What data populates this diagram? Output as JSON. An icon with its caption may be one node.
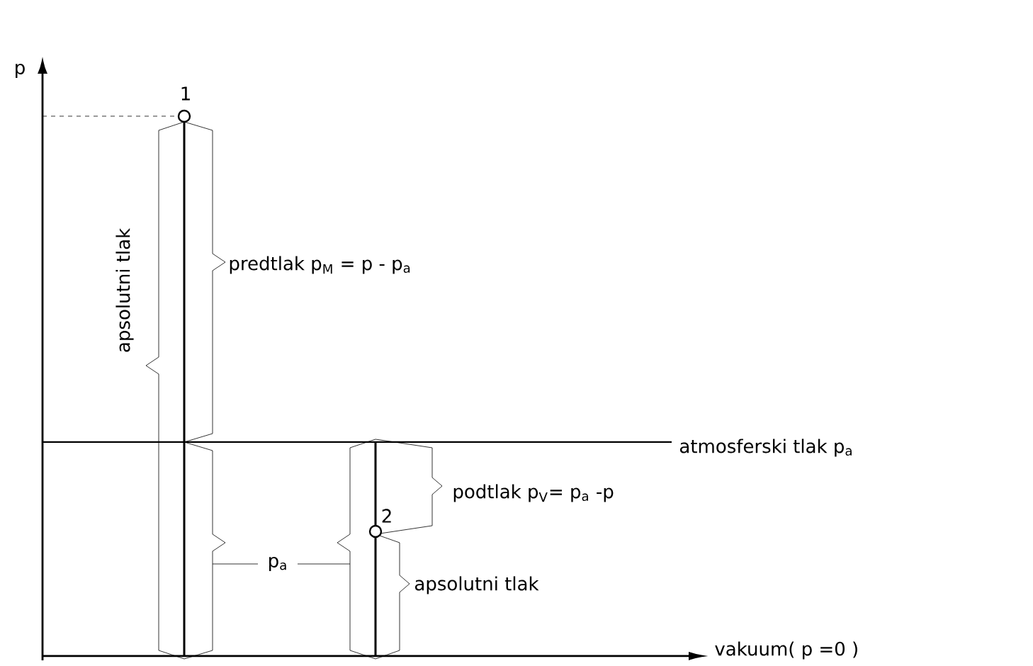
{
  "diagram": {
    "labels": [
      "p",
      "1",
      "predtlak p$_{M}$ = p - p$_{a}$",
      "apsolutni tlak",
      "atmosferski tlak p$_{a}$",
      "podtlak p$_{V}$= p$_{a}$ -p",
      "2",
      "p$_{a}$",
      "apsolutni tlak",
      "vakuum( p =0 )"
    ]
  }
}
